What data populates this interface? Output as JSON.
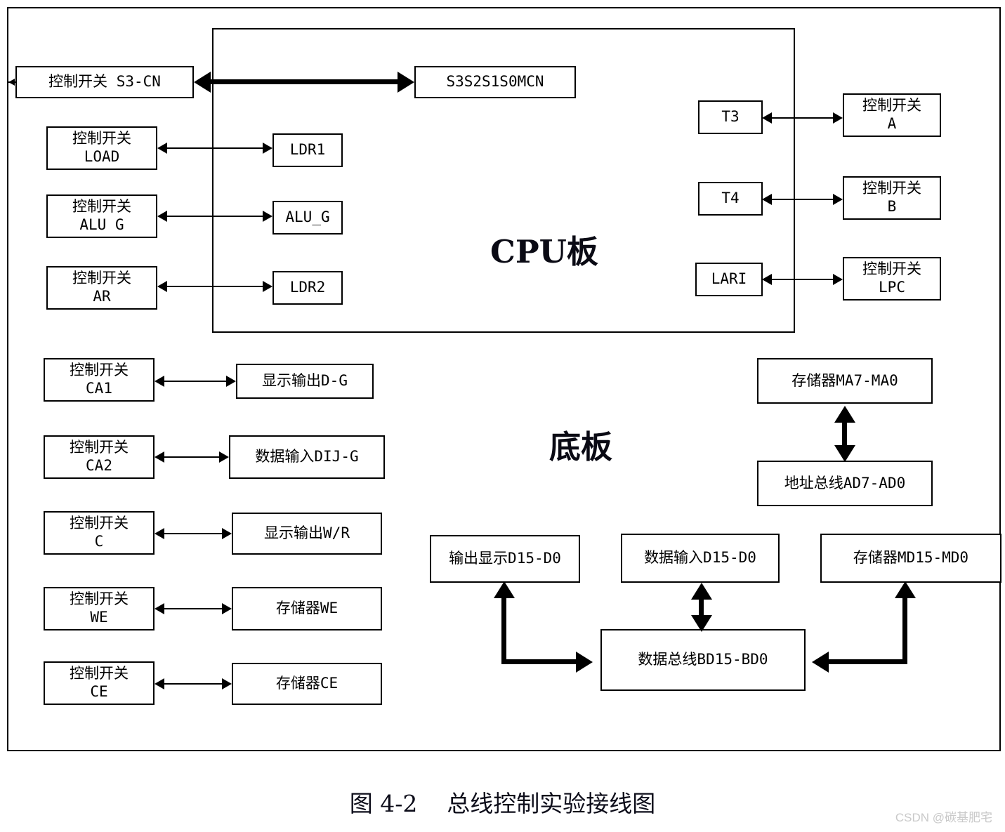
{
  "figure": {
    "caption": "图 4-2    总线控制实验接线图",
    "watermark": "CSDN @碳基肥宅"
  },
  "boards": {
    "cpu_label": "CPU板",
    "base_label": "底板"
  },
  "cpu_section": {
    "control_switch_s3cn": "控制开关 S3-CN",
    "signal_box": "S3S2S1S0MCN",
    "left_switches": [
      {
        "label": "控制开关\nLOAD",
        "name": "control-switch-load"
      },
      {
        "label": "控制开关\nALU G",
        "name": "control-switch-alu-g"
      },
      {
        "label": "控制开关\nAR",
        "name": "control-switch-ar"
      }
    ],
    "mid_registers": [
      {
        "label": "LDR1",
        "name": "ldr1"
      },
      {
        "label": "ALU_G",
        "name": "alu-g"
      },
      {
        "label": "LDR2",
        "name": "ldr2"
      }
    ],
    "right_signals": [
      {
        "label": "T3",
        "name": "t3"
      },
      {
        "label": "T4",
        "name": "t4"
      },
      {
        "label": "LARI",
        "name": "lari"
      }
    ],
    "right_switches": [
      {
        "label": "控制开关\nA",
        "name": "control-switch-a"
      },
      {
        "label": "控制开关\nB",
        "name": "control-switch-b"
      },
      {
        "label": "控制开关\nLPC",
        "name": "control-switch-lpc"
      }
    ]
  },
  "base_section": {
    "left_switches": [
      {
        "label": "控制开关\nCA1",
        "name": "control-switch-ca1"
      },
      {
        "label": "控制开关\nCA2",
        "name": "control-switch-ca2"
      },
      {
        "label": "控制开关\nC",
        "name": "control-switch-c"
      },
      {
        "label": "控制开关\nWE",
        "name": "control-switch-we"
      },
      {
        "label": "控制开关\nCE",
        "name": "control-switch-ce"
      }
    ],
    "mid_targets": [
      {
        "label": "显示输出D-G",
        "name": "display-output-dg"
      },
      {
        "label": "数据输入DIJ-G",
        "name": "data-input-dijg"
      },
      {
        "label": "显示输出W/R",
        "name": "display-output-wr"
      },
      {
        "label": "存储器WE",
        "name": "memory-we"
      },
      {
        "label": "存储器CE",
        "name": "memory-ce"
      }
    ],
    "address_group": {
      "memory_addr": "存储器MA7-MA0",
      "address_bus": "地址总线AD7-AD0"
    },
    "data_group": {
      "output_display": "输出显示D15-D0",
      "data_input": "数据输入D15-D0",
      "memory_data": "存储器MD15-MD0",
      "data_bus": "数据总线BD15-BD0"
    }
  }
}
